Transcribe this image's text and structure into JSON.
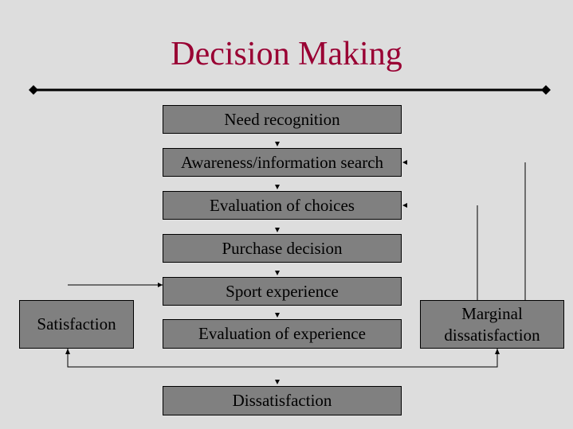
{
  "title": "Decision Making",
  "steps": [
    "Need recognition",
    "Awareness/information search",
    "Evaluation of choices",
    "Purchase decision",
    "Sport experience",
    "Evaluation of experience"
  ],
  "outcomes": {
    "satisfaction": "Satisfaction",
    "marginal": "Marginal dissatisfaction",
    "dissatisfaction": "Dissatisfaction"
  },
  "colors": {
    "background": "#dddddd",
    "box": "#808080",
    "title": "#990033"
  }
}
